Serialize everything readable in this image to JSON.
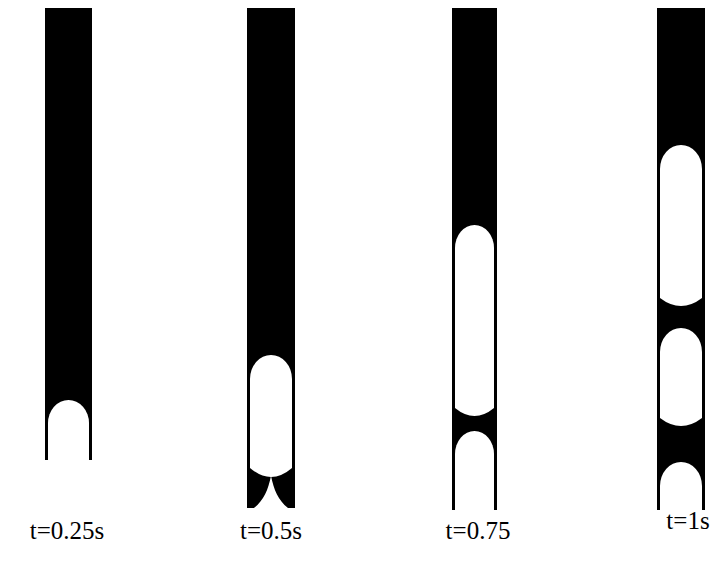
{
  "diagram": {
    "labels": [
      "t=0.25s",
      "t=0.5s",
      "t=0.75",
      "t=1s"
    ]
  }
}
